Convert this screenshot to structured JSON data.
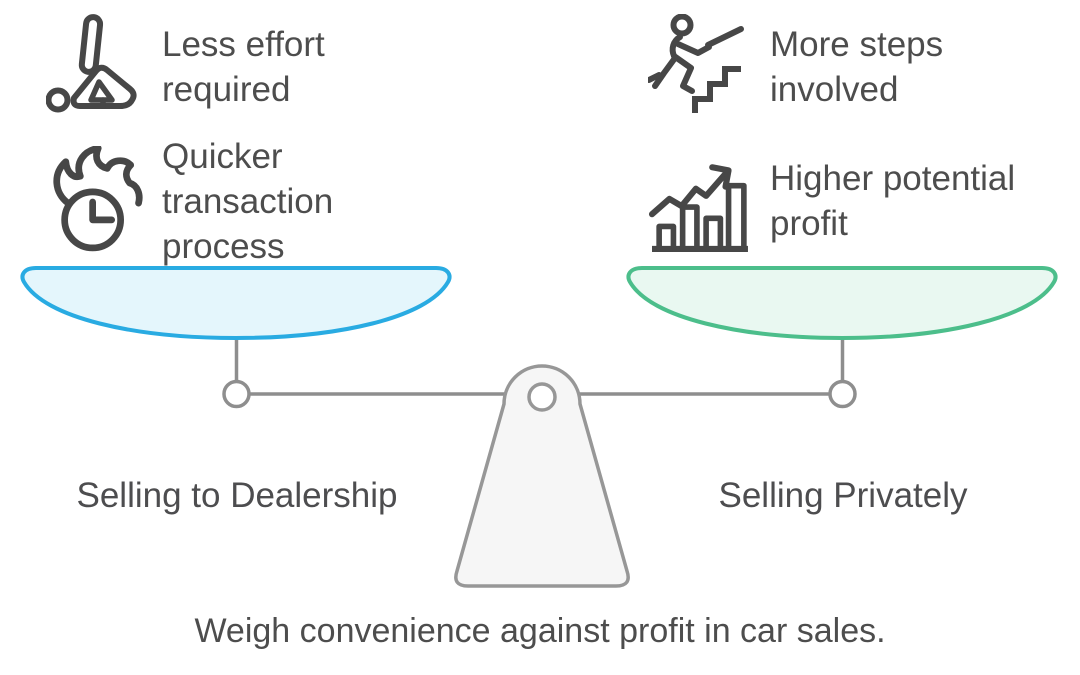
{
  "colors": {
    "icon": "#474747",
    "frame": "#8E8E8E",
    "text": "#4D4D4D"
  },
  "left_side": {
    "label": "Selling to Dealership",
    "pan_fill": "#E4F6FC",
    "pan_stroke": "#29ABE2",
    "features": [
      {
        "icon": "foot-pedal-icon",
        "text": "Less effort required"
      },
      {
        "icon": "flaming-clock-icon",
        "text": "Quicker transaction process"
      }
    ]
  },
  "right_side": {
    "label": "Selling Privately",
    "pan_fill": "#E9F8F1",
    "pan_stroke": "#4CBE8B",
    "features": [
      {
        "icon": "person-climbing-stairs-icon",
        "text": "More steps involved"
      },
      {
        "icon": "growth-bar-chart-icon",
        "text": "Higher potential profit"
      }
    ]
  },
  "scale": {
    "fulcrum_fill": "#F6F6F6",
    "fulcrum_stroke": "#979797"
  },
  "caption": "Weigh convenience against profit in car sales."
}
